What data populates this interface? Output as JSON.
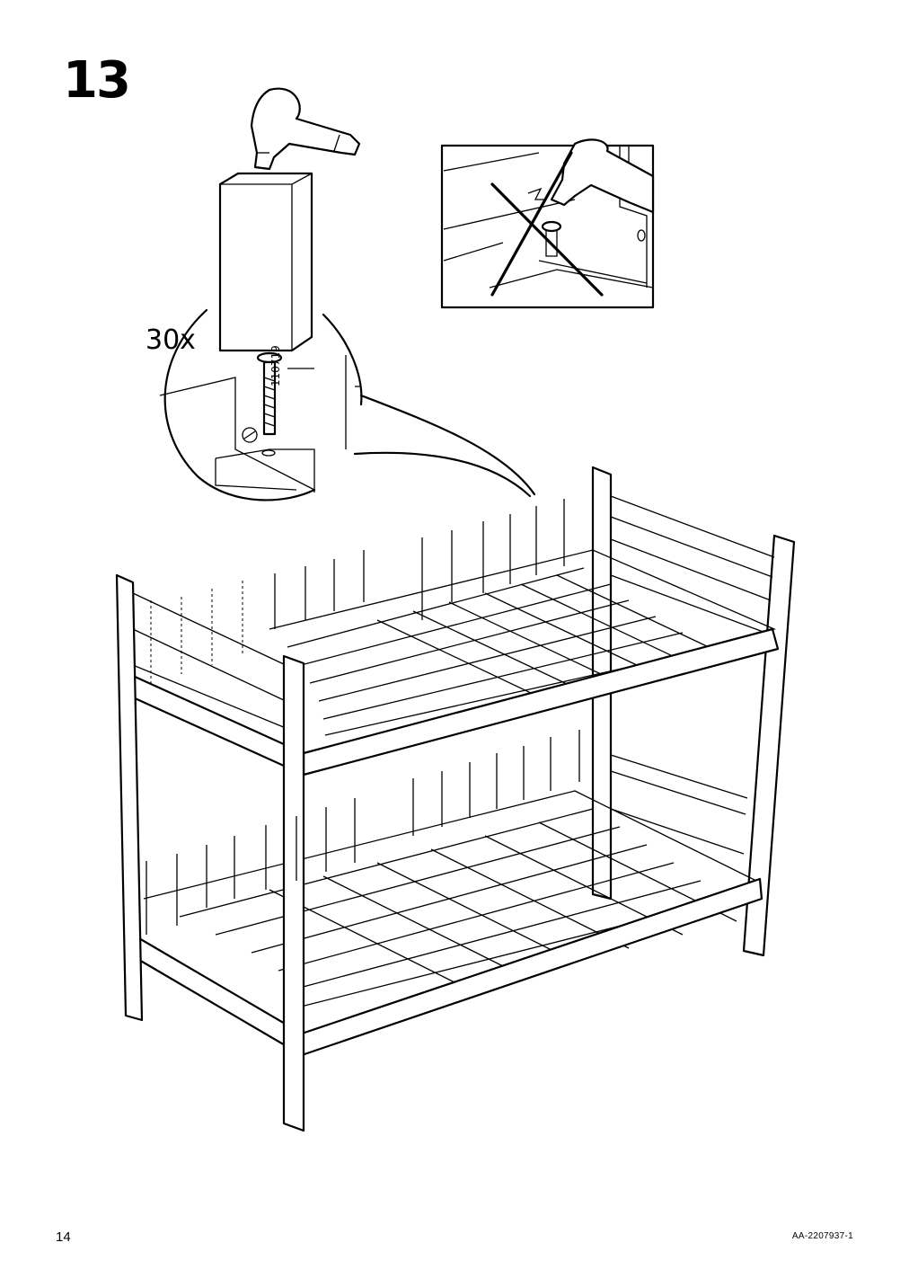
{
  "step": {
    "number": "13"
  },
  "callout": {
    "quantity": "30x",
    "part_number": "110719"
  },
  "footer": {
    "page_number": "14",
    "doc_code": "AA-2207937-1"
  }
}
